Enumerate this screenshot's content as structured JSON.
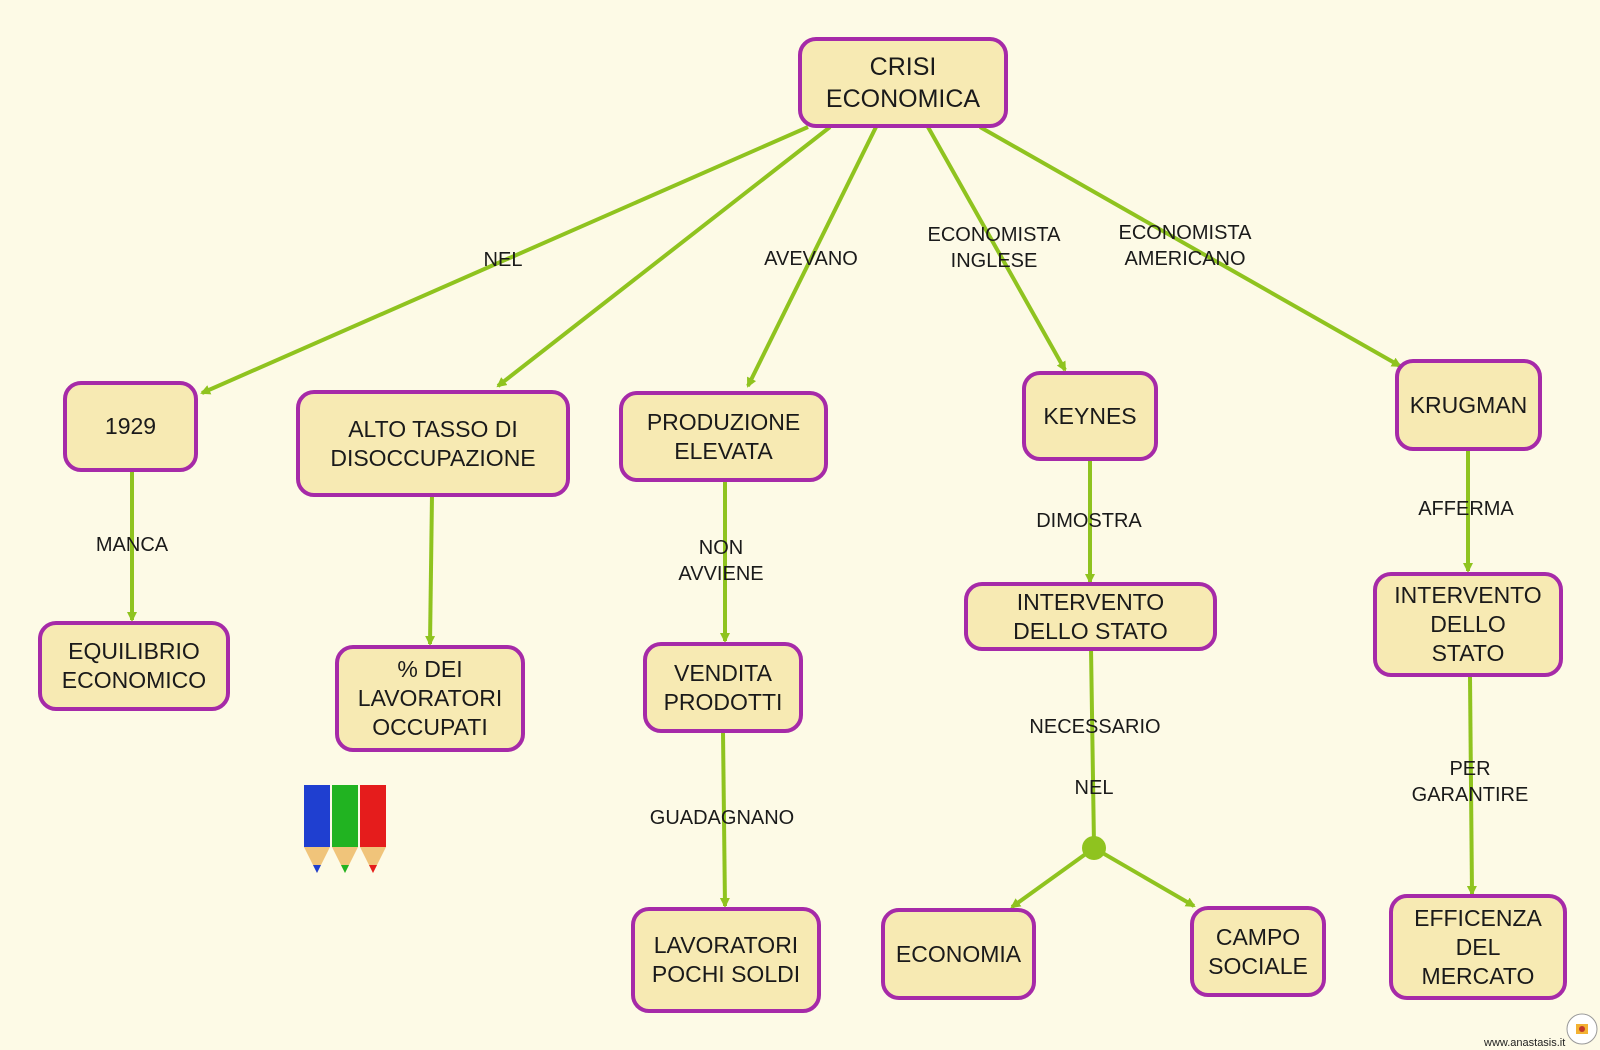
{
  "colors": {
    "background": "#fdfae6",
    "node_fill": "#f7eab3",
    "node_border": "#a62aa8",
    "connector": "#8fc31f"
  },
  "nodes": {
    "crisi": "CRISI\nECONOMICA",
    "y1929": "1929",
    "alto_tasso": "ALTO TASSO DI\nDISOCCUPAZIONE",
    "produzione": "PRODUZIONE\nELEVATA",
    "keynes": "KEYNES",
    "krugman": "KRUGMAN",
    "equilibrio": "EQUILIBRIO\nECONOMICO",
    "lavoratori_occupati": "% DEI\nLAVORATORI\nOCCUPATI",
    "vendita": "VENDITA\nPRODOTTI",
    "intervento_keynes": "INTERVENTO\nDELLO STATO",
    "intervento_krugman": "INTERVENTO\nDELLO\nSTATO",
    "lavoratori_soldi": "LAVORATORI\nPOCHI SOLDI",
    "economia": "ECONOMIA",
    "campo_sociale": "CAMPO\nSOCIALE",
    "efficenza": "EFFICENZA\nDEL\nMERCATO"
  },
  "links": {
    "nel": "NEL",
    "avevano": "AVEVANO",
    "economista_inglese": "ECONOMISTA\nINGLESE",
    "economista_americano": "ECONOMISTA\nAMERICANO",
    "manca": "MANCA",
    "non_avviene": "NON\nAVVIENE",
    "guadagnano": "GUADAGNANO",
    "dimostra": "DIMOSTRA",
    "necessario": "NECESSARIO",
    "nel2": "NEL",
    "afferma": "AFFERMA",
    "per_garantire": "PER\nGARANTIRE"
  },
  "footer": {
    "credit": "www.anastasis.it"
  },
  "icons": [
    "colored-pencils-icon",
    "anastasis-logo-icon"
  ]
}
